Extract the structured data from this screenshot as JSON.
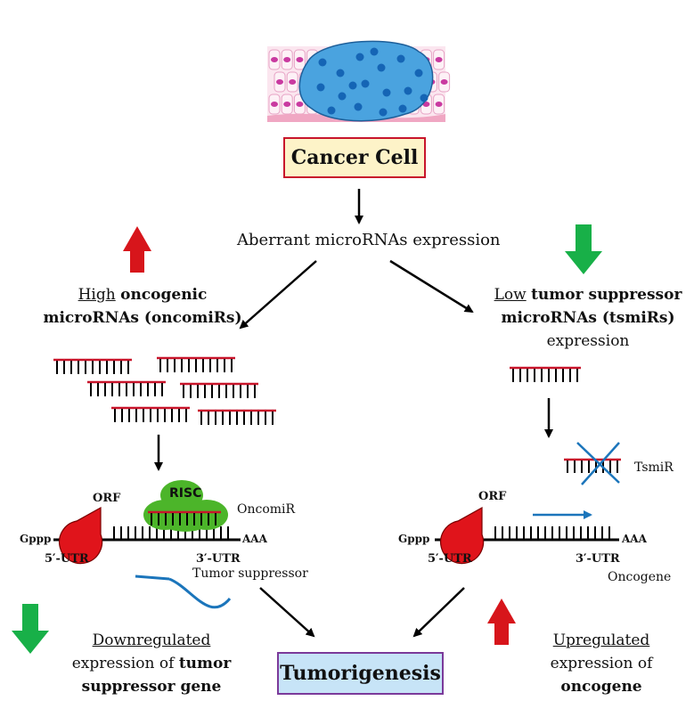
{
  "cancer_cell_label": "Cancer Cell",
  "aberrant_label": "Aberrant microRNAs expression",
  "left_branch": {
    "line1_underlined": "High",
    "line1_bold": "oncogenic",
    "line2": "microRNAs (oncomiRs)",
    "risc_label": "RISC",
    "oncomir_label": "OncomiR",
    "orf_label": "ORF",
    "gppp_label": "Gppp",
    "aaa_label": "AAA",
    "utr5_label": "5′-UTR",
    "utr3_label": "3′-UTR",
    "gene_label": "Tumor suppressor",
    "outcome_underlined": "Downregulated",
    "outcome_line2_plain": "expression of",
    "outcome_line2_bold": "tumor",
    "outcome_line3_bold": "suppressor gene"
  },
  "right_branch": {
    "line1_underlined": "Low",
    "line1_bold": "tumor suppressor",
    "line2": "microRNAs (tsmiRs)",
    "line3": "expression",
    "tsmir_label": "TsmiR",
    "orf_label": "ORF",
    "gppp_label": "Gppp",
    "aaa_label": "AAA",
    "utr5_label": "5′-UTR",
    "utr3_label": "3′-UTR",
    "gene_label": "Oncogene",
    "outcome_underlined": "Upregulated",
    "outcome_line2": "expression of",
    "outcome_line3_bold": "oncogene"
  },
  "tumorigenesis_label": "Tumorigenesis",
  "colors": {
    "up_arrow": "#d7151b",
    "down_arrow": "#18b048",
    "mirna_strand": "#c8152b",
    "risc": "#4cb52a",
    "orf_cap": "#e0141b",
    "inhibition": "#1b75bb",
    "cancer_box_bg": "#fdf3c8",
    "tumor_box_bg": "#c7e4f7"
  }
}
